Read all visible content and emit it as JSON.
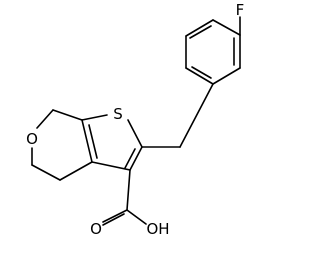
{
  "molecule": {
    "atoms": {
      "fluorine": "F",
      "sulfur": "S",
      "ring_oxygen": "O",
      "carbonyl_oxygen": "O",
      "hydroxyl": "OH"
    }
  }
}
